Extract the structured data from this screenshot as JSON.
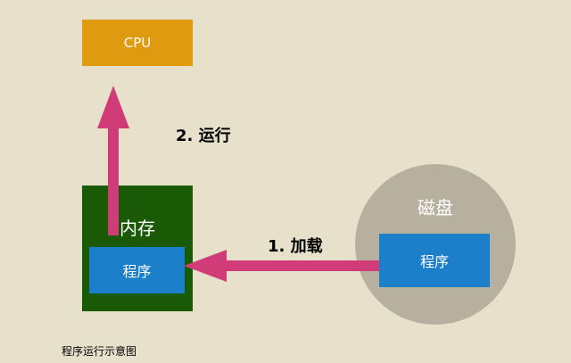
{
  "nodes": {
    "cpu": "CPU",
    "memory": "内存",
    "memory_program": "程序",
    "disk": "磁盘",
    "disk_program": "程序"
  },
  "edges": {
    "load": "1. 加载",
    "run": "2. 运行"
  },
  "caption": "程序运行示意图",
  "colors": {
    "background": "#e7e0ca",
    "cpu": "#e09a0f",
    "memory": "#1a5a07",
    "program": "#1c7fc9",
    "disk": "#b7b09f",
    "arrow": "#d03c78"
  }
}
